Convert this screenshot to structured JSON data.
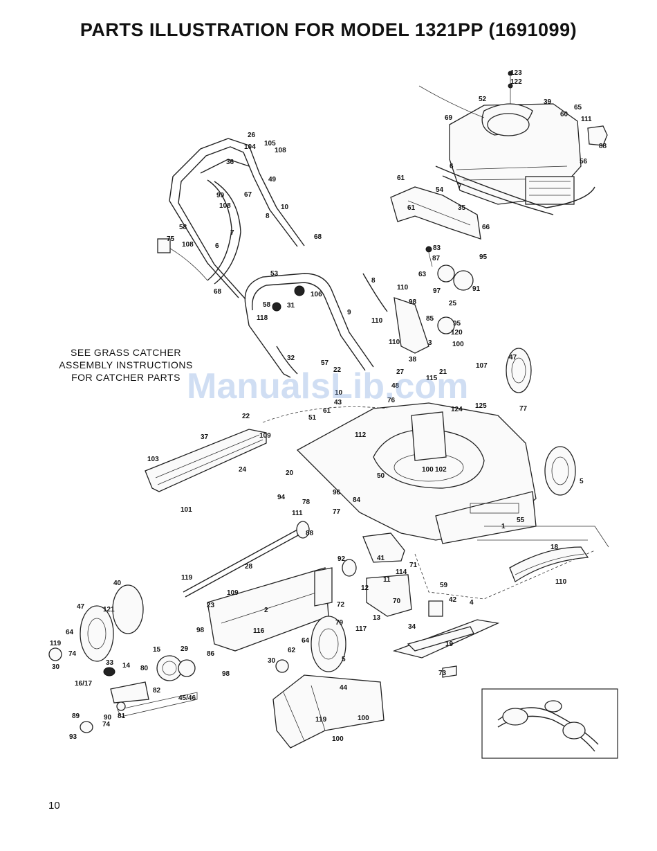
{
  "title": "PARTS ILLUSTRATION FOR MODEL 1321PP (1691099)",
  "note_lines": [
    "SEE GRASS CATCHER",
    "ASSEMBLY INSTRUCTIONS",
    "FOR CATCHER PARTS"
  ],
  "watermark": "ManualsLib.com",
  "page_number": "10",
  "callouts": [
    "123",
    "122",
    "52",
    "39",
    "69",
    "65",
    "60",
    "111",
    "88",
    "6",
    "56",
    "7",
    "61",
    "54",
    "35",
    "61",
    "66",
    "26",
    "105",
    "104",
    "108",
    "36",
    "49",
    "99",
    "67",
    "108",
    "10",
    "8",
    "58",
    "75",
    "108",
    "6",
    "7",
    "68",
    "53",
    "106",
    "31",
    "58",
    "118",
    "9",
    "68",
    "83",
    "87",
    "95",
    "8",
    "63",
    "91",
    "110",
    "98",
    "97",
    "25",
    "85",
    "95",
    "110",
    "120",
    "110",
    "100",
    "3",
    "38",
    "57",
    "22",
    "32",
    "47",
    "107",
    "27",
    "115",
    "21",
    "48",
    "10",
    "76",
    "43",
    "125",
    "124",
    "77",
    "61",
    "51",
    "22",
    "109",
    "112",
    "37",
    "103",
    "24",
    "50",
    "100",
    "102",
    "5",
    "20",
    "94",
    "78",
    "96",
    "84",
    "77",
    "101",
    "111",
    "88",
    "55",
    "1",
    "41",
    "18",
    "28",
    "92",
    "71",
    "114",
    "11",
    "110",
    "59",
    "119",
    "109",
    "40",
    "12",
    "70",
    "42",
    "4",
    "121",
    "23",
    "2",
    "72",
    "79",
    "117",
    "13",
    "34",
    "47",
    "116",
    "98",
    "119",
    "64",
    "74",
    "15",
    "29",
    "86",
    "64",
    "19",
    "30",
    "98",
    "62",
    "30",
    "5",
    "73",
    "33",
    "14",
    "80",
    "82",
    "16/17",
    "45/46",
    "44",
    "90",
    "81",
    "89",
    "74",
    "93",
    "119",
    "100",
    "100",
    "61"
  ]
}
